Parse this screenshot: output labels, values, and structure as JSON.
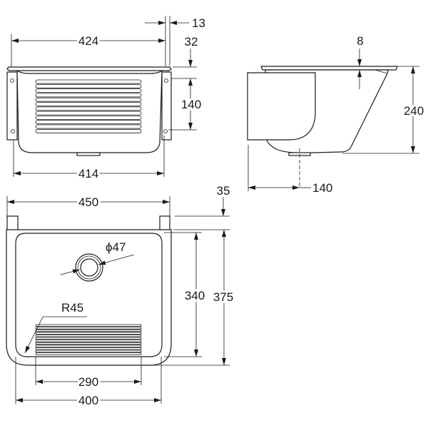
{
  "title": "Wall-mounted utility sink dimension drawing",
  "views": {
    "front": {
      "dims": {
        "top_width": "424",
        "rim_overhang": "13",
        "rim_to_bracket": "32",
        "bracket_hole_spacing": "140",
        "bottom_width": "414"
      }
    },
    "side": {
      "dims": {
        "rim_thickness": "8",
        "height": "240",
        "drain_offset": "140"
      }
    },
    "top": {
      "dims": {
        "outer_width": "450",
        "tab_depth": "35",
        "inner_depth": "340",
        "outer_depth": "375",
        "drain_diameter": "ϕ47",
        "corner_radius": "R45",
        "grill_width": "290",
        "inner_width": "400"
      }
    }
  },
  "colors": {
    "line": "#1a1a1a",
    "background": "#ffffff"
  }
}
